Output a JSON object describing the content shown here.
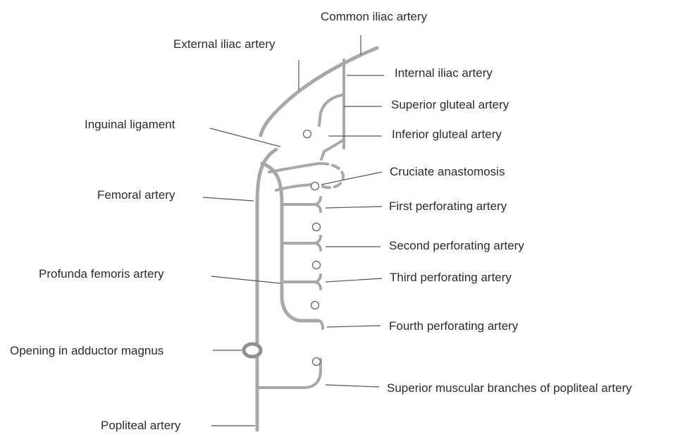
{
  "diagram": {
    "labels": {
      "common_iliac": "Common iliac artery",
      "external_iliac": "External iliac artery",
      "internal_iliac": "Internal iliac artery",
      "superior_gluteal": "Superior gluteal artery",
      "inguinal_ligament": "Inguinal ligament",
      "inferior_gluteal": "Inferior gluteal artery",
      "cruciate_anastomosis": "Cruciate anastomosis",
      "femoral_artery": "Femoral artery",
      "first_perforating": "First perforating artery",
      "second_perforating": "Second perforating artery",
      "profunda_femoris": "Profunda femoris artery",
      "third_perforating": "Third perforating artery",
      "fourth_perforating": "Fourth perforating artery",
      "opening_adductor": "Opening in adductor magnus",
      "superior_muscular": "Superior muscular branches of popliteal artery",
      "popliteal_artery": "Popliteal artery"
    },
    "colors": {
      "vessel": "#a8a8a8",
      "leader": "#555555",
      "text": "#2b2b2b"
    }
  }
}
